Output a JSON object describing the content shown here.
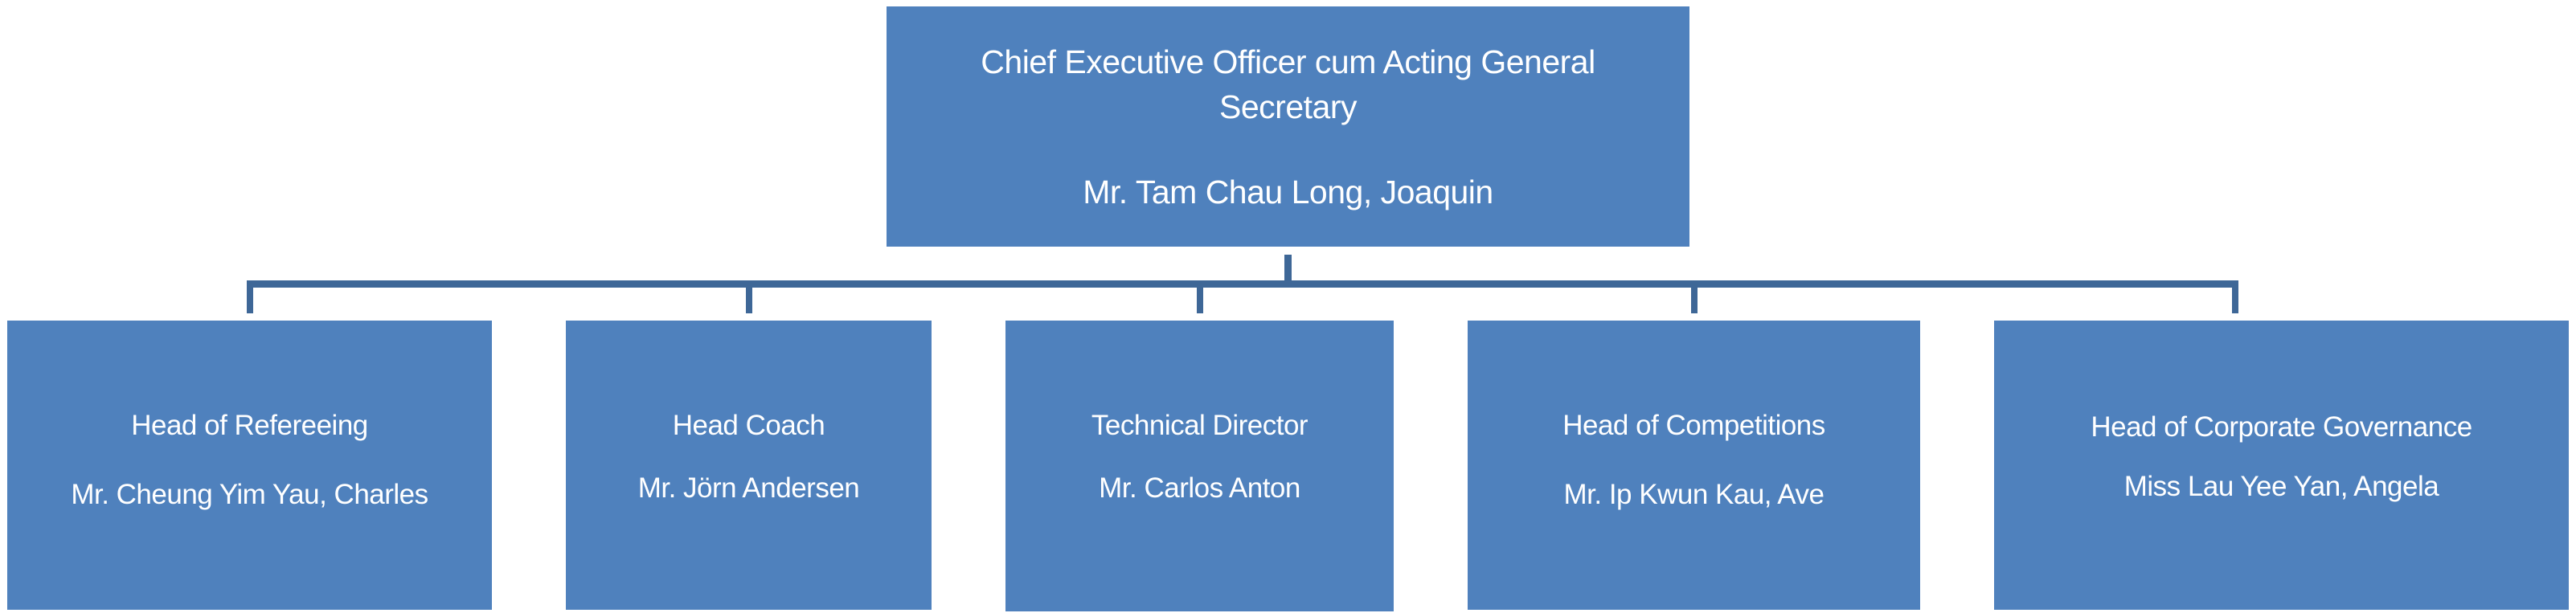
{
  "diagram": {
    "type": "org-chart",
    "colors": {
      "box_fill": "#4F81BD",
      "connector": "#3E6797",
      "text": "#FFFFFF",
      "background": "#FFFFFF"
    },
    "root": {
      "title": "Chief Executive Officer cum Acting General Secretary",
      "name": "Mr. Tam Chau Long, Joaquin"
    },
    "children": [
      {
        "title": "Head of Refereeing",
        "name": "Mr. Cheung Yim Yau, Charles"
      },
      {
        "title": "Head Coach",
        "name": "Mr. Jörn Andersen"
      },
      {
        "title": "Technical Director",
        "name": "Mr. Carlos Anton"
      },
      {
        "title": "Head of Competitions",
        "name": "Mr. Ip Kwun Kau, Ave"
      },
      {
        "title": "Head of Corporate Governance",
        "name": "Miss Lau Yee Yan, Angela"
      }
    ]
  }
}
